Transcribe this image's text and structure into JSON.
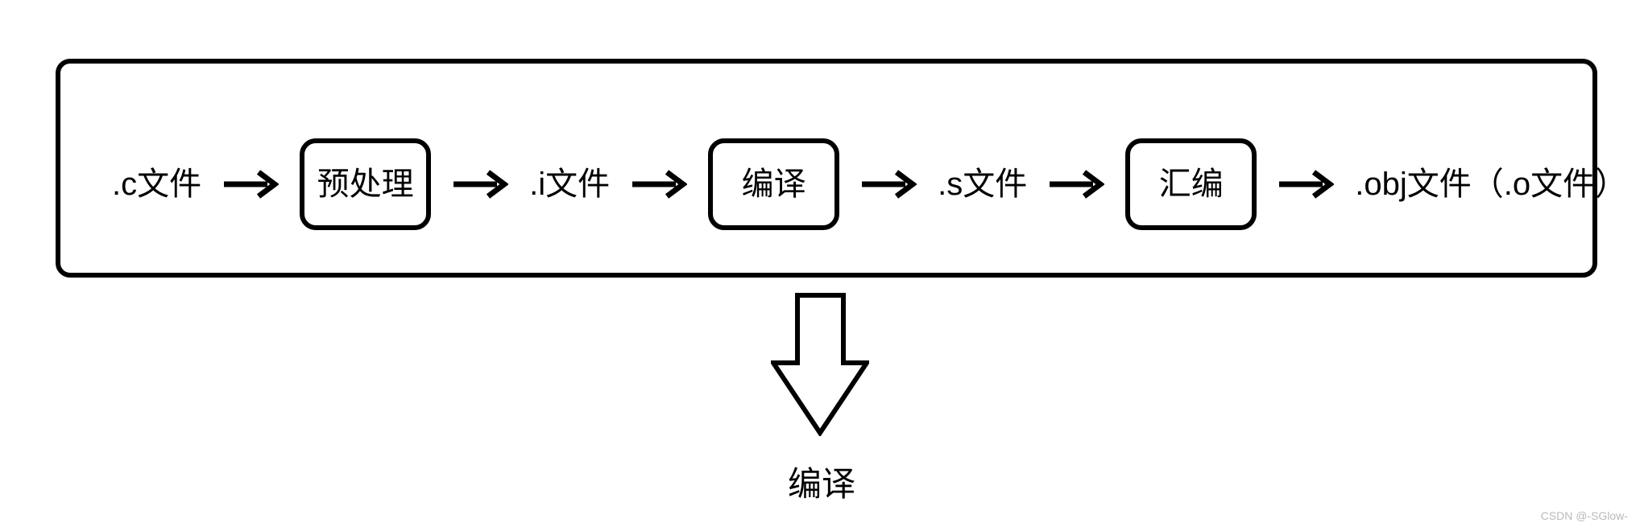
{
  "colors": {
    "stroke": "#000000",
    "background": "#ffffff",
    "watermark": "#b9b9b9"
  },
  "pipeline": {
    "input_label": ".c文件",
    "stage_preprocess": "预处理",
    "intermediate_label_i": ".i文件",
    "stage_compile": "编译",
    "intermediate_label_s": ".s文件",
    "stage_assemble": "汇编",
    "output_label": ".obj文件（.o文件）"
  },
  "bottom": {
    "label": "编译"
  },
  "watermark": {
    "text": "CSDN @-SGlow-"
  }
}
